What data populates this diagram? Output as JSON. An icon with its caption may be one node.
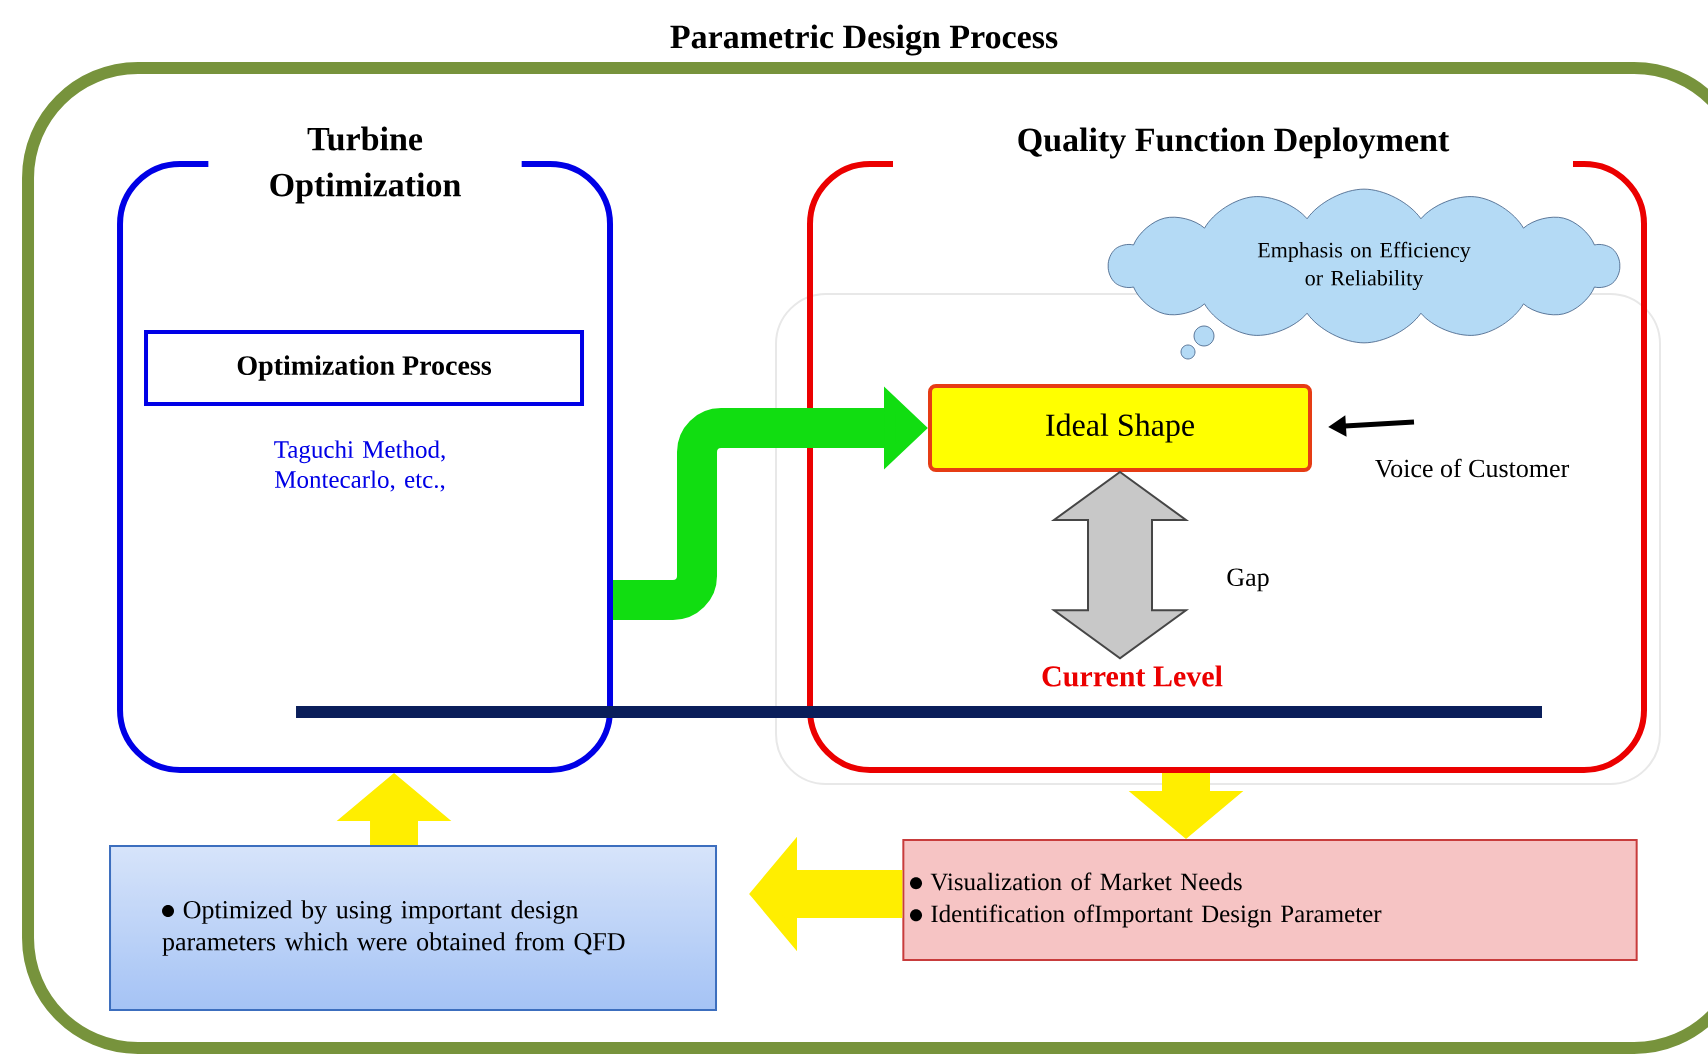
{
  "diagram": {
    "title": "Parametric Design Process",
    "nodes": [
      {
        "text": [
          "Turbine Optimization"
        ]
      },
      {
        "text": [
          "Optimization Process"
        ],
        "beside": [
          "Taguchi Method, Montecarlo, etc.,"
        ],
        "in": 0
      },
      {
        "text": [
          "Quality Function Deployment"
        ]
      },
      {
        "text": [
          "Emphasis on Efficiency or Reliability"
        ],
        "in": 2
      },
      {
        "text": [
          "Ideal Shape"
        ],
        "in": 2
      },
      {
        "text": [
          "Current Level"
        ],
        "in": 2
      },
      {
        "text": [
          "Optimized by using important design parameters which were obtained from QFD"
        ]
      },
      {
        "text": [
          "Visualization of Market Needs",
          "Identification ofImportant Design Parameter"
        ]
      }
    ],
    "edges": [
      {
        "from": 0,
        "to": 4,
        "arrow": "to",
        "color": "#11dd11"
      },
      {
        "from": null,
        "to": 4,
        "arrow": "to",
        "label": "Voice of Customer",
        "color": "#000000"
      },
      {
        "from": 4,
        "to": 5,
        "arrow": "both",
        "label": "Gap",
        "color": "#c8c8c8"
      },
      {
        "from": 2,
        "to": 7,
        "arrow": "to",
        "color": "#ffee00"
      },
      {
        "from": 7,
        "to": 6,
        "arrow": "to",
        "color": "#ffee00"
      },
      {
        "from": 6,
        "to": 0,
        "arrow": "to",
        "color": "#ffee00"
      }
    ]
  }
}
